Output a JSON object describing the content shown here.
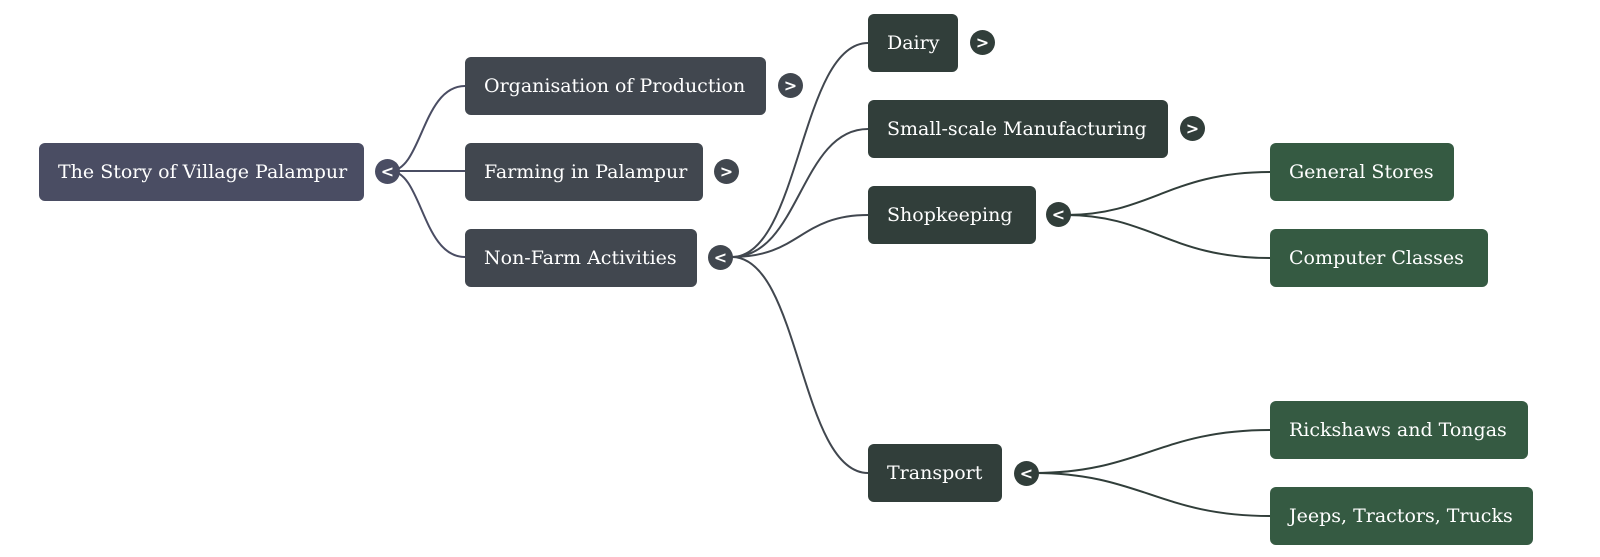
{
  "mindmap": {
    "root": {
      "label": "The Story of Village Palampur",
      "toggle": "<",
      "children": {
        "organisation": {
          "label": "Organisation of Production",
          "toggle": ">"
        },
        "farming": {
          "label": "Farming in Palampur",
          "toggle": ">"
        },
        "non_farm": {
          "label": "Non-Farm Activities",
          "toggle": "<",
          "children": {
            "dairy": {
              "label": "Dairy",
              "toggle": ">"
            },
            "manufacturing": {
              "label": "Small-scale Manufacturing",
              "toggle": ">"
            },
            "shopkeeping": {
              "label": "Shopkeeping",
              "toggle": "<",
              "children": {
                "general_stores": {
                  "label": "General Stores"
                },
                "computer_classes": {
                  "label": "Computer Classes"
                }
              }
            },
            "transport": {
              "label": "Transport",
              "toggle": "<",
              "children": {
                "rickshaws": {
                  "label": "Rickshaws and Tongas"
                },
                "jeeps": {
                  "label": "Jeeps, Tractors, Trucks"
                }
              }
            }
          }
        }
      }
    },
    "colors": {
      "root": "#4a4d63",
      "level1": "#41474f",
      "level2": "#313e3a",
      "level3": "#355a42"
    }
  }
}
